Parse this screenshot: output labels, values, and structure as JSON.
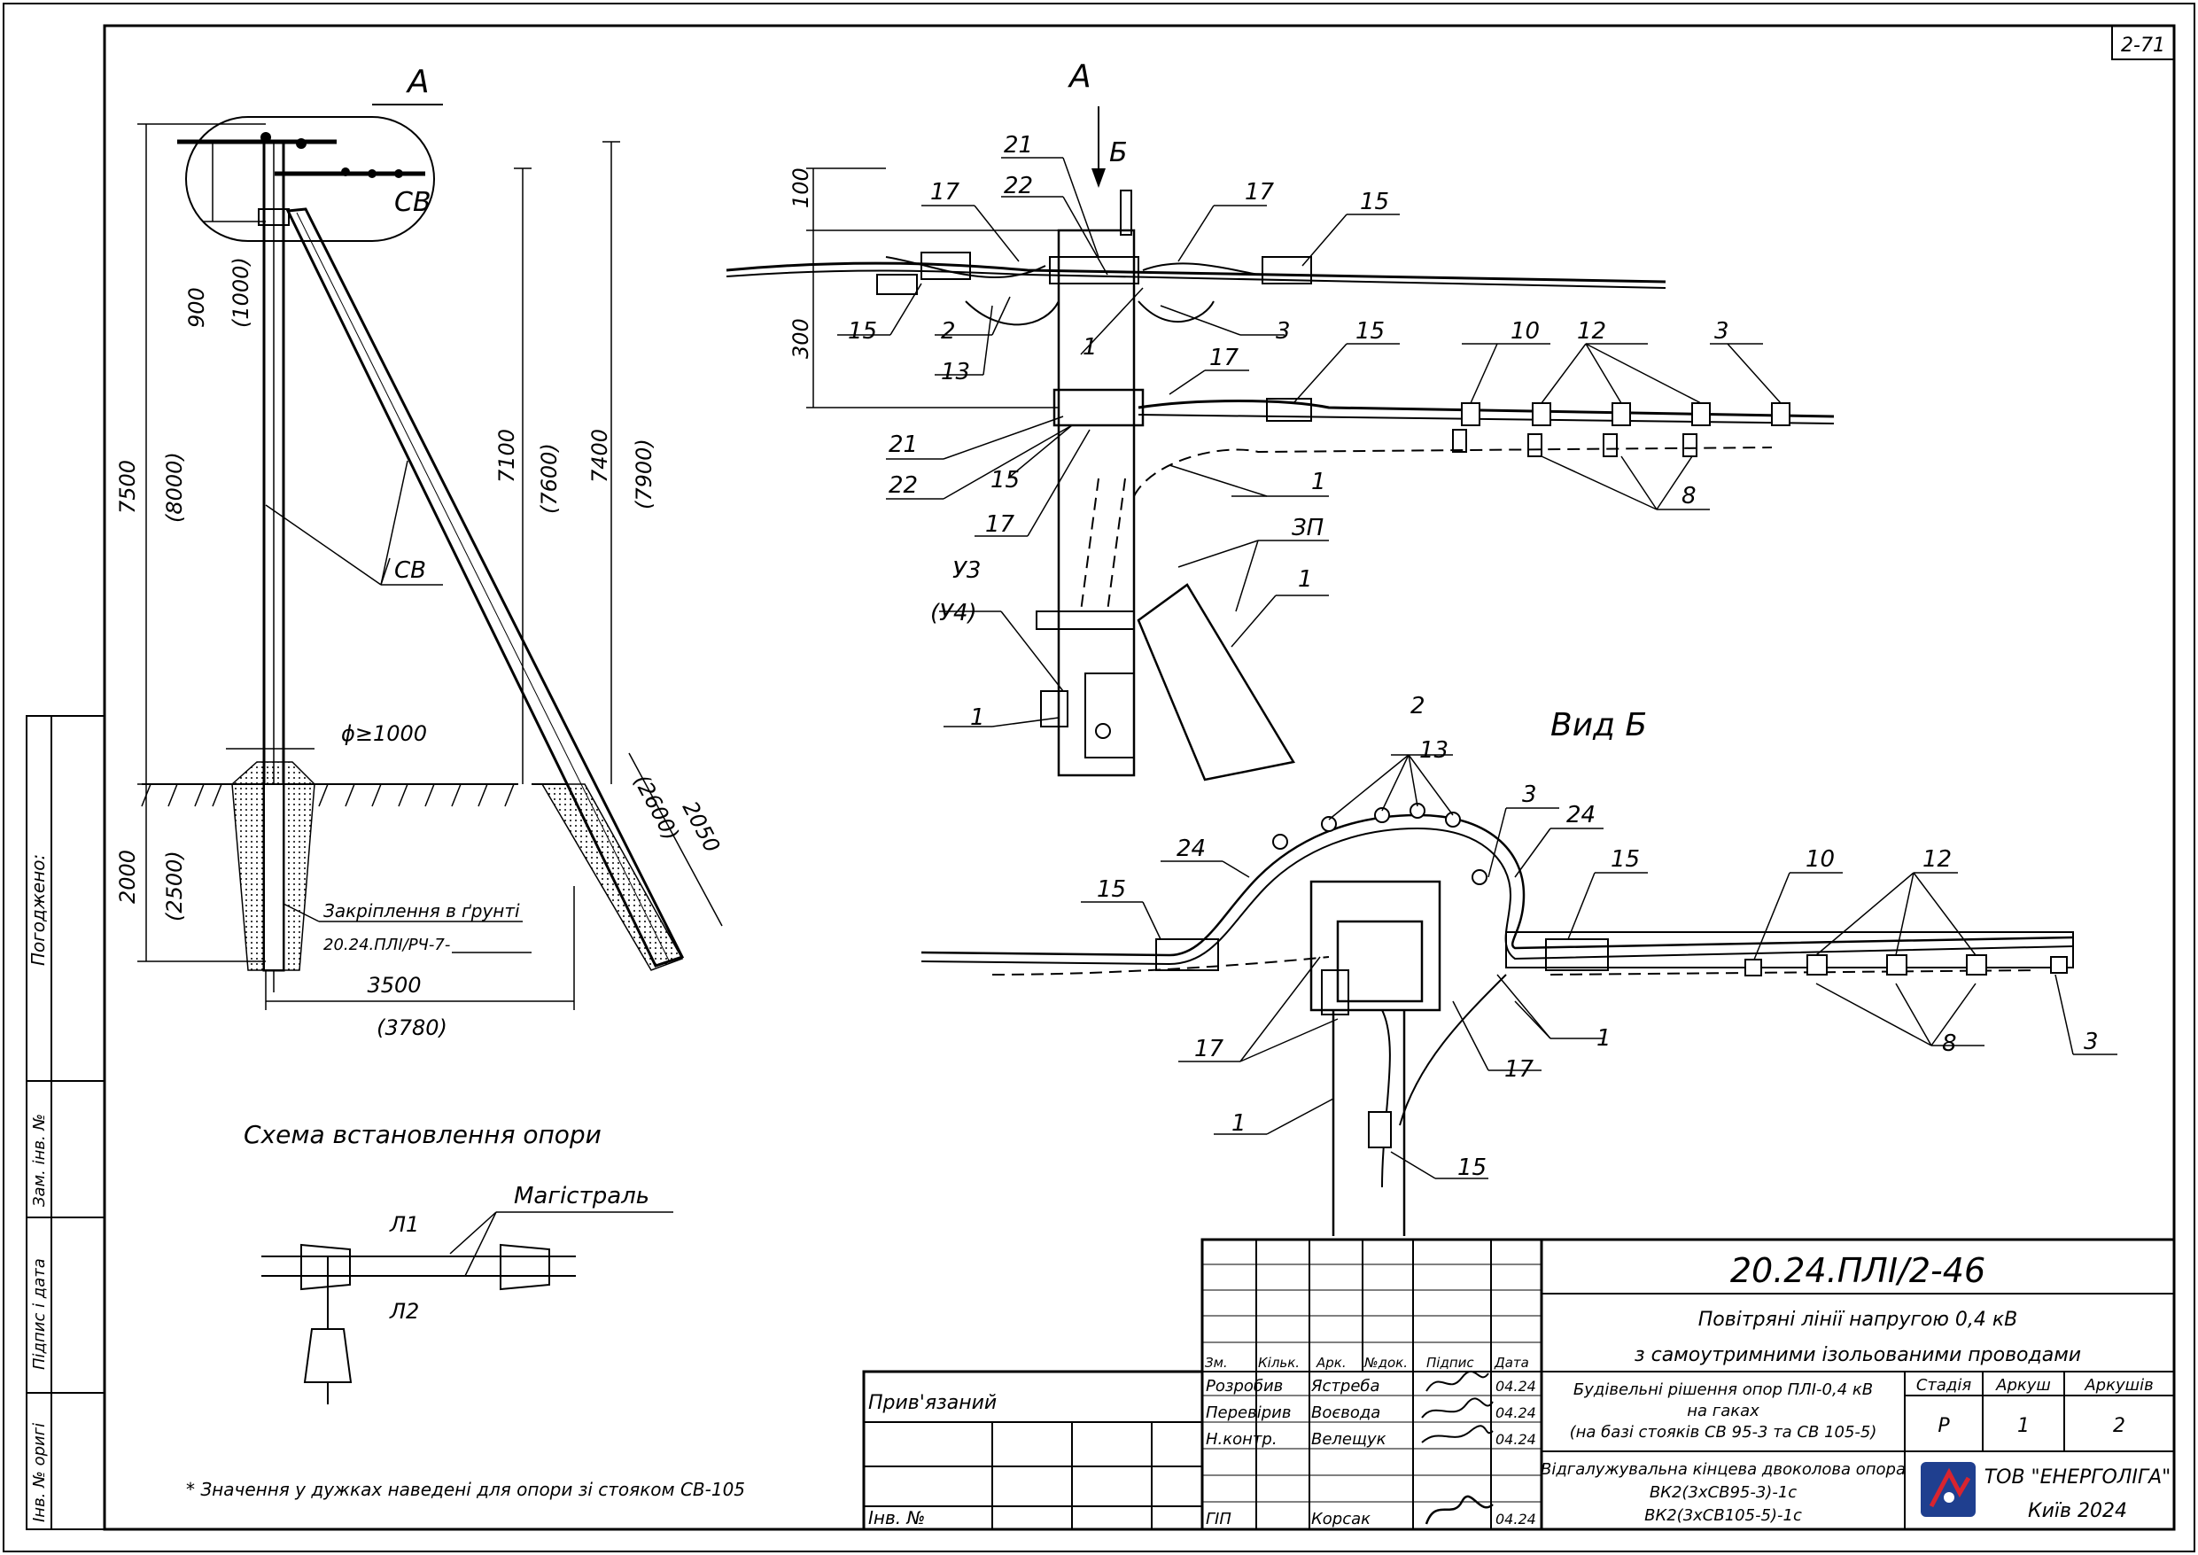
{
  "sheet": {
    "sheet_tag": "2-71",
    "view_a_left_label": "А",
    "view_a_right_label": "А",
    "view_b_arrow_label": "Б",
    "view_b_title": "Вид Б"
  },
  "elevation": {
    "dims": {
      "d900": "900",
      "d1000": "(1000)",
      "d7500": "7500",
      "d8000": "(8000)",
      "d7100": "7100",
      "d7600": "(7600)",
      "d7400": "7400",
      "d7900": "(7900)",
      "d2000": "2000",
      "d2500": "(2500)",
      "d2050": "2050",
      "d2600": "(2600)",
      "d3500": "3500",
      "d3780": "(3780)",
      "dphi": "ϕ≥1000",
      "star": "*"
    },
    "sv_label": "СВ",
    "ground_fix_label": "Закріплення в ґрунті",
    "ground_fix_ref": "20.24.ПЛІ/РЧ-7-"
  },
  "scheme": {
    "title": "Схема встановлення опори",
    "main_label": "Магістраль",
    "l1": "Л1",
    "l2": "Л2"
  },
  "footnote": "* Значення у дужках наведені для опори зі стояком СВ-105",
  "side_stamp": {
    "agreed": "Погоджено:",
    "replaced_inv": "Зам. інв. №",
    "sign_date": "Підпис і дата",
    "orig_inv": "Інв. № оригі"
  },
  "detail_a": {
    "dims": {
      "d100": "100",
      "d300": "300"
    },
    "refs": {
      "r21a": "21",
      "r22a": "22",
      "r17a": "17",
      "r17b": "17",
      "r15a": "15",
      "r15b": "15",
      "r2": "2",
      "r13": "13",
      "r1a": "1",
      "r3a": "3",
      "r15c": "15",
      "r17c": "17",
      "r10": "10",
      "r12": "12",
      "r3b": "3",
      "r21b": "21",
      "r22b": "22",
      "r15d": "15",
      "r17d": "17",
      "r1b": "1",
      "r8": "8",
      "rzp": "ЗП",
      "r1c": "1",
      "ru3": "У3",
      "ru4": "(У4)",
      "r1d": "1"
    }
  },
  "detail_b": {
    "refs": {
      "r2": "2",
      "r13": "13",
      "r3a": "3",
      "r24a": "24",
      "r24b": "24",
      "r15a": "15",
      "r15b": "15",
      "r10": "10",
      "r12": "12",
      "r17a": "17",
      "r1a": "1",
      "r17b": "17",
      "r8": "8",
      "r3b": "3",
      "r1b": "1",
      "r15c": "15"
    }
  },
  "title_block": {
    "doc_code": "20.24.ПЛІ/2-46",
    "title_line1": "Повітряні лінії напругою 0,4 кВ",
    "title_line2": "з самоутримними ізольованими проводами",
    "header": {
      "zm": "Зм.",
      "kilk": "Кільк.",
      "ark": "Арк.",
      "ndok": "№док.",
      "pidpys": "Підпис",
      "data": "Дата"
    },
    "roles": [
      {
        "role": "Розробив",
        "name": "Ястреба",
        "date": "04.24"
      },
      {
        "role": "Перевірив",
        "name": "Воєвода",
        "date": "04.24"
      },
      {
        "role": "Н.контр.",
        "name": "Велещук",
        "date": "04.24"
      },
      {
        "role": "ГІП",
        "name": "Корсак",
        "date": "04.24"
      }
    ],
    "tied": "Прив'язаний",
    "inv": "Інв. №",
    "section_line1": "Будівельні рішення опор ПЛІ-0,4 кВ",
    "section_line2": "на гаках",
    "section_line3": "(на базі стояків СВ 95-3 та СВ 105-5)",
    "sheet_line1": "Відгалужувальна кінцева двоколова опора",
    "sheet_line2": "ВК2(3хСВ95-3)-1с",
    "sheet_line3": "ВК2(3хСВ105-5)-1с",
    "stage_h": "Стадія",
    "stage": "Р",
    "sheet_h": "Аркуш",
    "sheet_no": "1",
    "sheets_h": "Аркушів",
    "sheets": "2",
    "company": "ТОВ \"ЕНЕРГОЛІГА\"",
    "city": "Київ 2024",
    "logo_color": "#1f3f8f",
    "logo_accent": "#d8242f"
  }
}
